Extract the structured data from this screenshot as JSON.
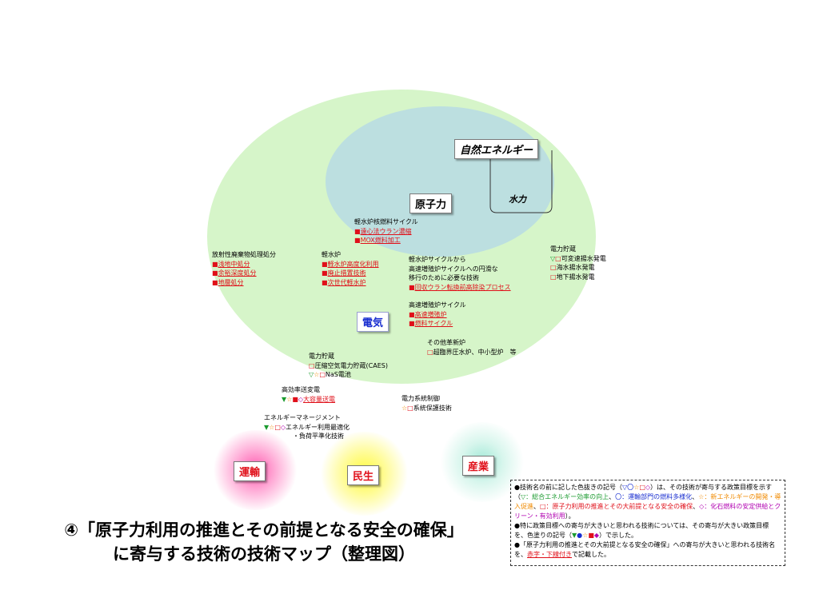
{
  "labels": {
    "natural_energy": "自然エネルギー",
    "hydro": "水力",
    "nuclear": "原子力",
    "electricity": "電気"
  },
  "groups": {
    "lwr_fuel_cycle": {
      "heading": "軽水炉核燃料サイクル",
      "items": [
        "遠心法ウラン濃縮",
        "MOX燃料加工"
      ]
    },
    "radwaste": {
      "heading": "放射性廃棄物処理処分",
      "items": [
        "浅地中処分",
        "余裕深度処分",
        "地層処分"
      ]
    },
    "lwr": {
      "heading": "軽水炉",
      "items": [
        "軽水炉高度化利用",
        "廃止措置技術",
        "次世代軽水炉"
      ]
    },
    "transition": {
      "heading_1": "軽水炉サイクルから",
      "heading_2": "高速増殖炉サイクルへの円滑な",
      "heading_3": "移行のために必要な技術",
      "items": [
        "回収ウラン転換前高除染プロセス"
      ]
    },
    "fbr_cycle": {
      "heading": "高速増殖炉サイクル",
      "items": [
        "高速増殖炉",
        "燃料サイクル"
      ]
    },
    "other_reactors": {
      "heading": "その他革新炉",
      "items": [
        "超臨界圧水炉、中小型炉　等"
      ]
    },
    "storage_right": {
      "heading": "電力貯蔵",
      "items": [
        "可変速揚水発電",
        "海水揚水発電",
        "地下揚水発電"
      ]
    },
    "storage_left": {
      "heading": "電力貯蔵",
      "items": [
        "圧縮空気電力貯蔵(CAES)",
        "NaS電池"
      ]
    },
    "transformation": {
      "heading": "高効率送変電",
      "items": [
        "大容量送電"
      ]
    },
    "grid_control": {
      "heading": "電力系統制御",
      "items": [
        "系統保護技術"
      ]
    },
    "energy_mgmt": {
      "heading": "エネルギーマネージメント",
      "items": [
        "エネルギー利用最適化",
        "・負荷平準化技術"
      ]
    }
  },
  "symbols": {
    "tri": "▽",
    "circle": "〇",
    "star": "☆",
    "sq": "□",
    "dia": "◇",
    "sq_filled": "■",
    "tri_filled": "▼",
    "dot": "●"
  },
  "sectors": {
    "transport": "運輸",
    "residential": "民生",
    "industry": "産業"
  },
  "title": {
    "line1": "④「原子力利用の推進とその前提となる安全の確保」",
    "line2": "に寄与する技術の技術マップ（整理図）"
  },
  "legend": {
    "p1_a": "技術名の前に記した色抜きの記号（",
    "p1_b": "）は、その技術が寄与する政策目標を示す（",
    "p1_tri": "▽：総合エネルギー効率の向上",
    "p1_sep1": "、",
    "p1_circle": "〇：運輸部門の燃料多様化",
    "p1_sep2": "、",
    "p1_star": "☆：新エネルギーの開発・導入促進",
    "p1_sep3": "、",
    "p1_sq": "□：原子力利用の推進とその大前提となる安全の確保",
    "p1_sep4": "、",
    "p1_dia": "◇：化石燃料の安定供給とクリーン・有効利用",
    "p1_end": "）。",
    "p2_a": "特に政策目標への寄与が大きいと思われる技術については、その寄与が大きい政策目標を、色塗りの記号（",
    "p2_b": "）で示した。",
    "p3_a": "「原子力利用の推進とその大前提となる安全の確保」への寄与が大きいと思われる技術名を、",
    "p3_red": "赤字・下線付き",
    "p3_b": "で記載した。"
  },
  "colors": {
    "outer_ellipse": "#d6f5c9",
    "inner_ellipse": "#bcdfe0",
    "accent_red": "#e0101a",
    "electric_blue": "#1a2fd0",
    "green": "#1a9a2e",
    "orange": "#f08a00",
    "purple": "#b000b0"
  }
}
